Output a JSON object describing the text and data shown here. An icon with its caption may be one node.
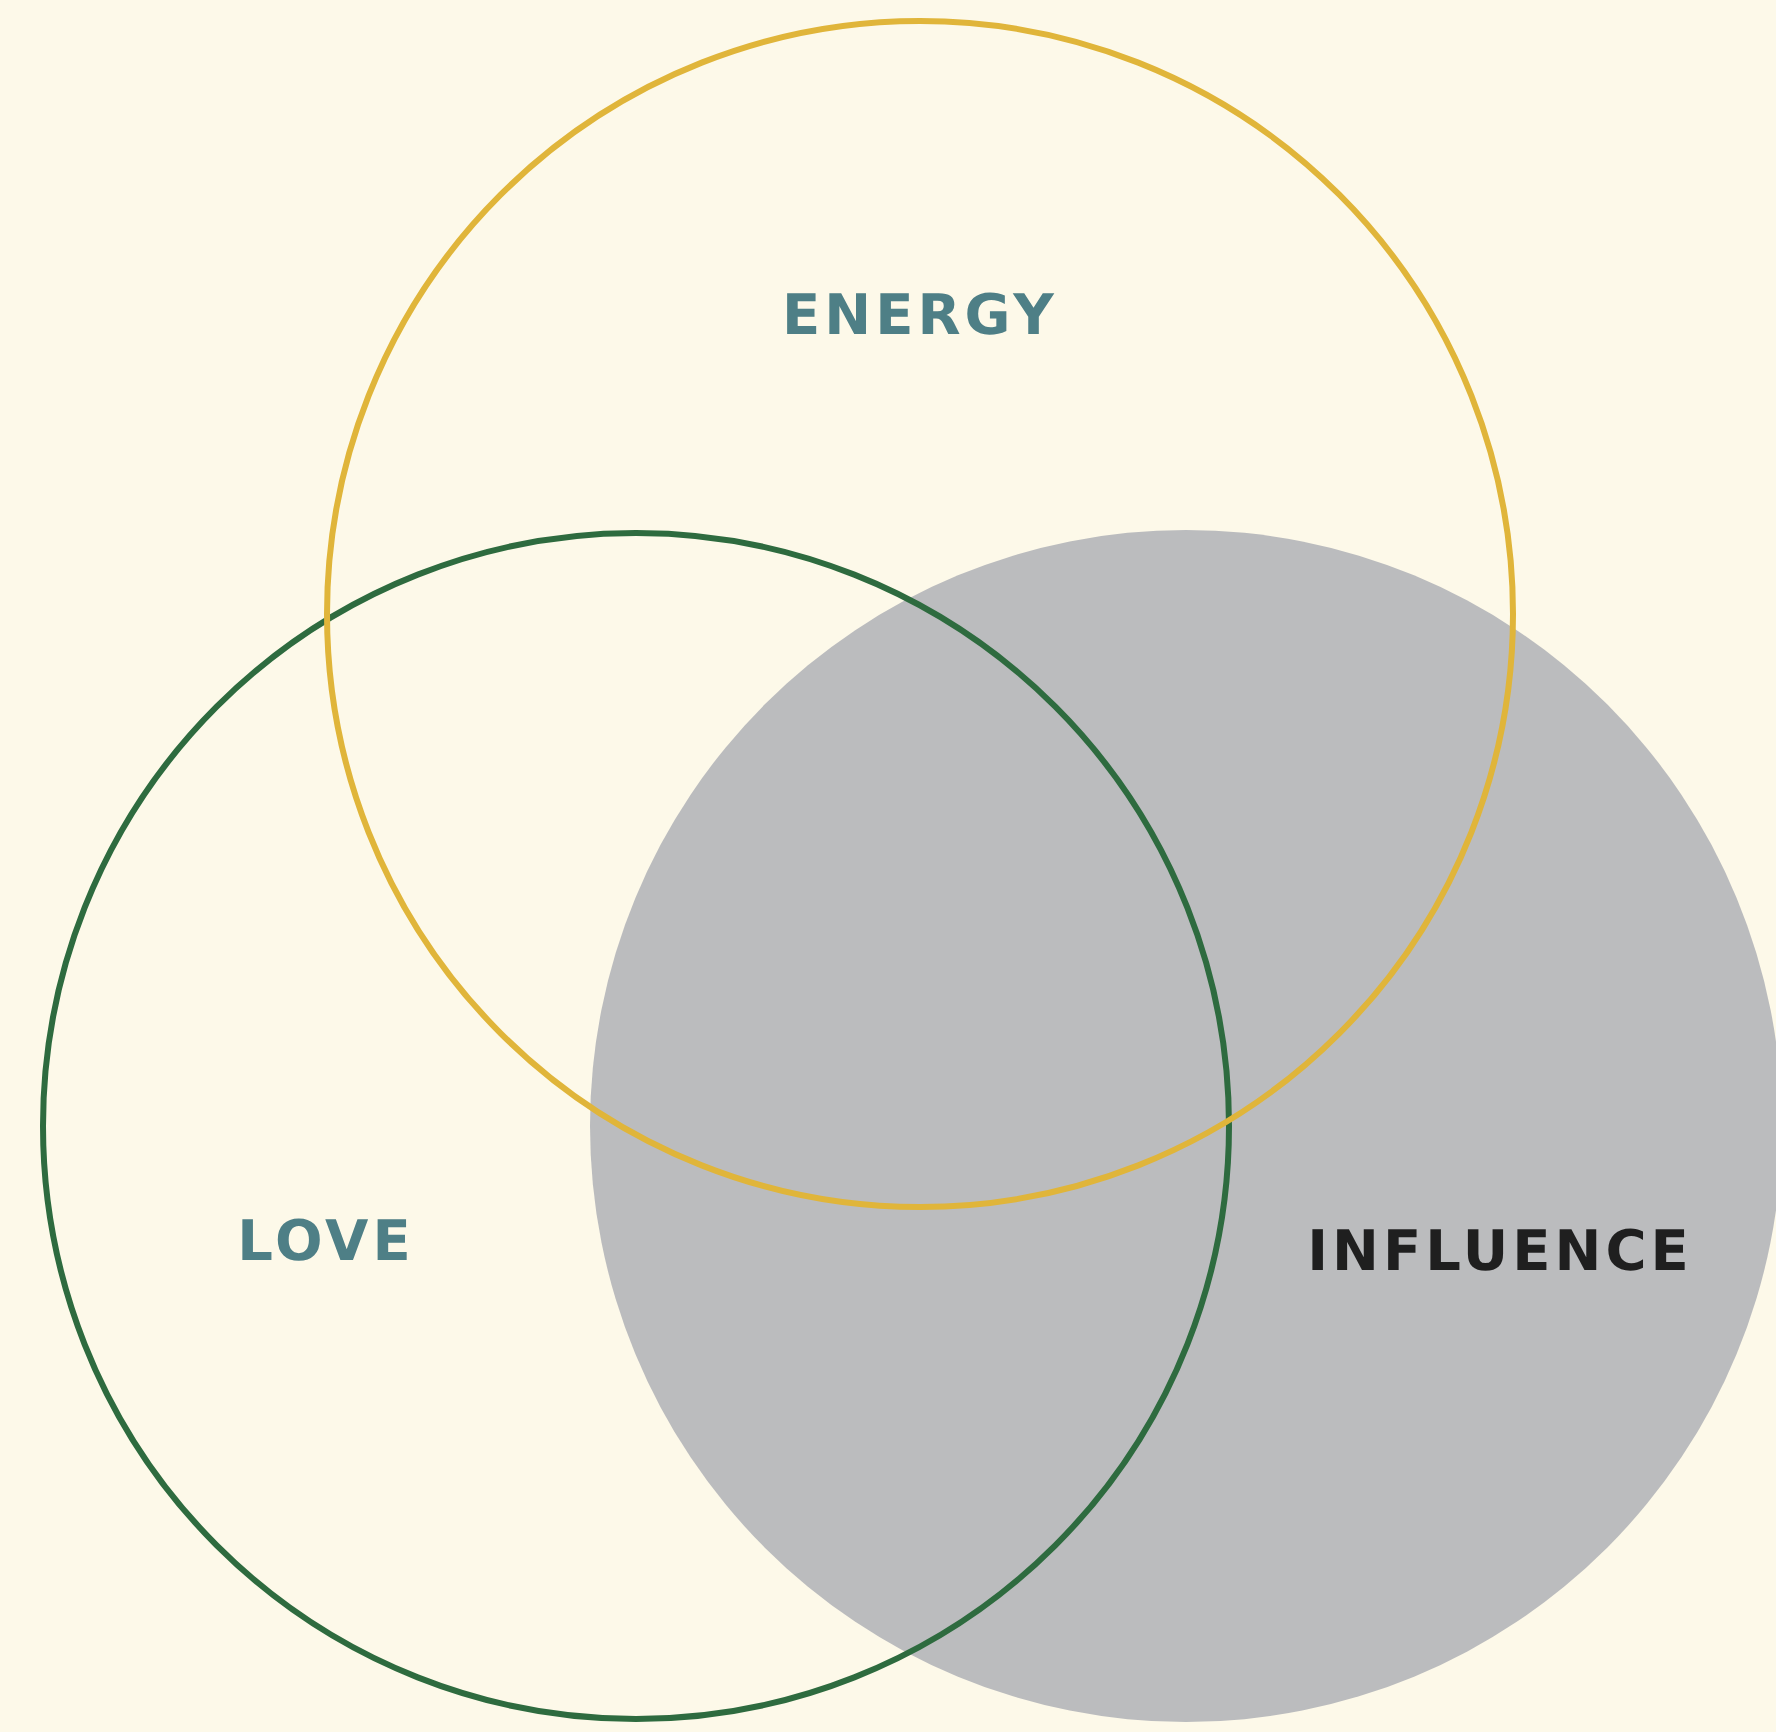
{
  "diagram": {
    "nodes": [
      {
        "text": [
          "ENERGY"
        ]
      },
      {
        "text": [
          "LOVE"
        ]
      },
      {
        "text": [
          "INFLUENCE"
        ]
      }
    ]
  }
}
